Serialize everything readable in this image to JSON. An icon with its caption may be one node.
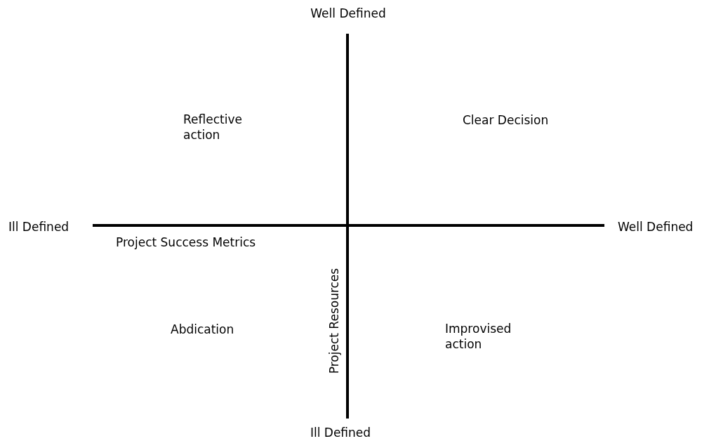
{
  "diagram": {
    "labels": [
      "Well Defined",
      "Reflective action",
      "Clear Decision",
      "Ill Defined",
      "Well Defined",
      "Project Success Metrics",
      "Project Resources",
      "Abdication",
      "Improvised action",
      "Ill Defined"
    ]
  }
}
